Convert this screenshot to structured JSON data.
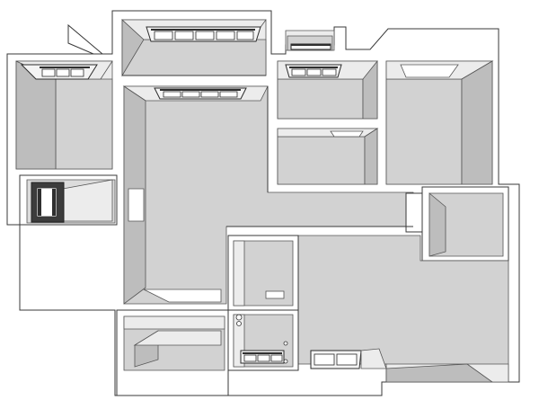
{
  "diagram": {
    "kind": "3D isometric apartment floor plan",
    "text_labels": []
  },
  "colors": {
    "floor": "#d2d2d2",
    "wall_top": "#ffffff",
    "wall_side": "#ececec",
    "shadow": "#bdbdbd",
    "outline": "#3a3a3a",
    "window_frame": "#2b2b2b"
  },
  "rooms": [
    {
      "id": "bedroom-top-center"
    },
    {
      "id": "bedroom-left"
    },
    {
      "id": "closet-left"
    },
    {
      "id": "balcony-top"
    },
    {
      "id": "bedroom-top-right-small"
    },
    {
      "id": "bedroom-right"
    },
    {
      "id": "study-middle"
    },
    {
      "id": "living-room"
    },
    {
      "id": "corridor"
    },
    {
      "id": "storage-right"
    },
    {
      "id": "bathroom-small"
    },
    {
      "id": "bathroom-lower"
    },
    {
      "id": "kitchen-lower-left"
    },
    {
      "id": "dining-area"
    }
  ],
  "windows": [
    {
      "id": "window-top-center",
      "panes": 5
    },
    {
      "id": "window-left",
      "panes": 3
    },
    {
      "id": "window-living",
      "panes": 4
    },
    {
      "id": "window-balcony",
      "panes": 1
    },
    {
      "id": "window-small-bedroom",
      "panes": 3
    },
    {
      "id": "window-bath-lower",
      "panes": 3
    },
    {
      "id": "window-dining",
      "panes": 2
    }
  ]
}
